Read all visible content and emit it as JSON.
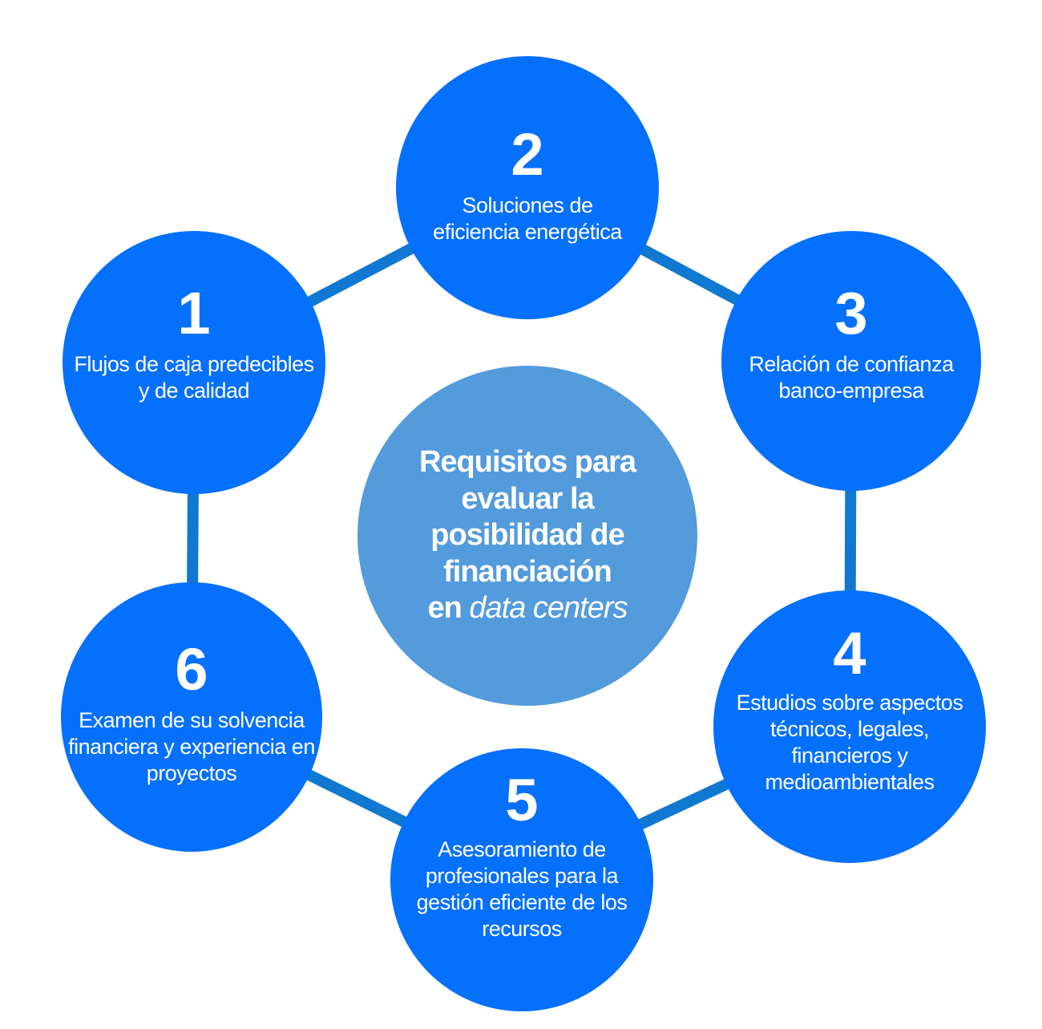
{
  "colors": {
    "node_fill": "#0570fc",
    "center_fill": "#539bdb",
    "connector": "#1178d2",
    "text": "#ffffff"
  },
  "center": {
    "title": "Requisitos para evaluar la posibilidad de financiación",
    "subtitle_prefix": "en",
    "subtitle_italic": "data centers"
  },
  "nodes": [
    {
      "number": "1",
      "label": "Flujos de caja predecibles y de calidad"
    },
    {
      "number": "2",
      "label": "Soluciones de eficiencia energética"
    },
    {
      "number": "3",
      "label": "Relación de confianza banco-empresa"
    },
    {
      "number": "4",
      "label": "Estudios sobre aspectos técnicos, legales, financieros y medioambientales"
    },
    {
      "number": "5",
      "label": "Asesoramiento de profesionales para la gestión eficiente de los recursos"
    },
    {
      "number": "6",
      "label": "Examen de su solvencia financiera y experiencia en proyectos"
    }
  ]
}
